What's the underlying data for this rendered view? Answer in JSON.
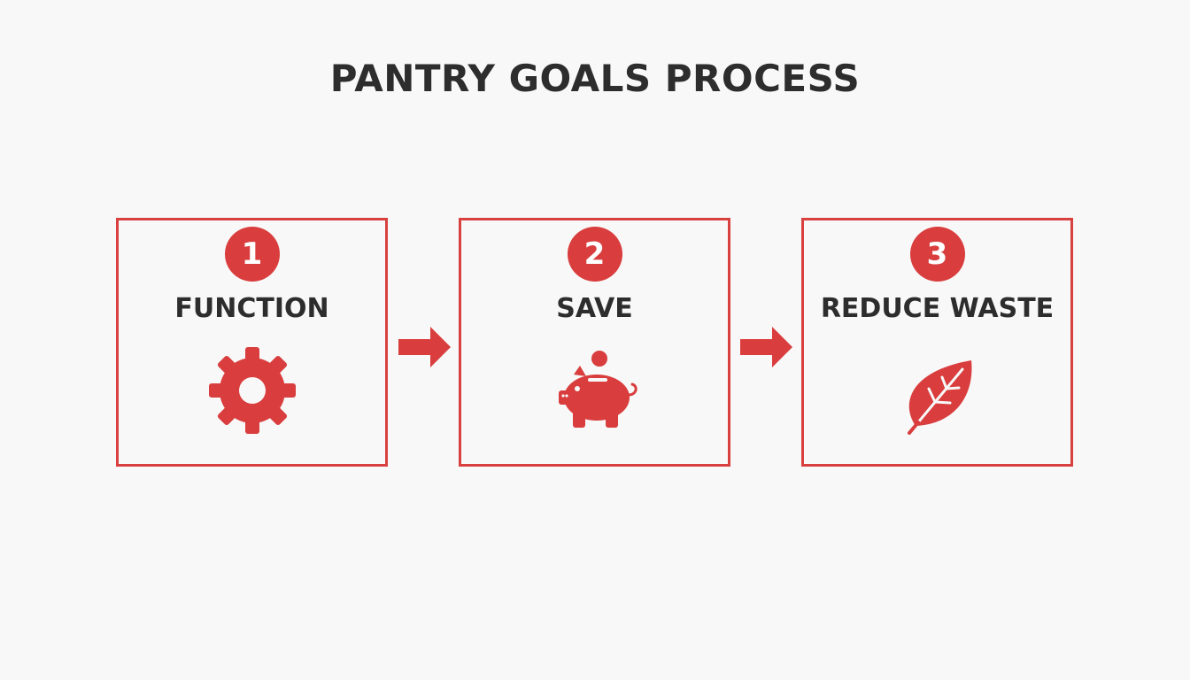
{
  "title": "PANTRY GOALS PROCESS",
  "accent_color": "#d94141",
  "text_color": "#2d2d2d",
  "steps": [
    {
      "number": "1",
      "label": "FUNCTION",
      "icon": "gear-icon"
    },
    {
      "number": "2",
      "label": "SAVE",
      "icon": "piggy-bank-icon"
    },
    {
      "number": "3",
      "label": "REDUCE WASTE",
      "icon": "leaf-icon"
    }
  ],
  "connectors": [
    {
      "from": "1",
      "to": "2",
      "icon": "arrow-right-icon"
    },
    {
      "from": "2",
      "to": "3",
      "icon": "arrow-right-icon"
    }
  ]
}
